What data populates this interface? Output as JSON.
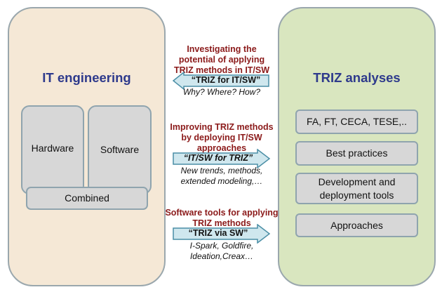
{
  "left_panel": {
    "title": "IT engineering",
    "hardware": "Hardware",
    "software": "Software",
    "combined": "Combined"
  },
  "right_panel": {
    "title": "TRIZ analyses",
    "items": [
      "FA, FT, CECA, TESE,..",
      "Best practices",
      "Development and deployment tools",
      "Approaches"
    ]
  },
  "connections": [
    {
      "heading_lines": [
        "Investigating the",
        "potential of applying",
        "TRIZ methods in IT/SW"
      ],
      "arrow_label": "“TRIZ for IT/SW”",
      "direction": "left",
      "note_lines": [
        "Why? Where? How?"
      ]
    },
    {
      "heading_lines": [
        "Improving TRIZ methods",
        "by deploying IT/SW",
        "approaches"
      ],
      "arrow_label": "“IT/SW for TRIZ”",
      "direction": "right",
      "note_lines": [
        "New trends, methods,",
        "extended modeling,…"
      ]
    },
    {
      "heading_lines": [
        "Software tools for applying",
        "TRIZ methods"
      ],
      "arrow_label": "“TRIZ via SW”",
      "direction": "right",
      "note_lines": [
        "I-Spark, Goldfire,",
        "Ideation,Creax…"
      ]
    }
  ],
  "colors": {
    "left_panel": "#f5e8d6",
    "right_panel": "#d9e6bf",
    "box_fill": "#d7d7d7",
    "title": "#2e3a8c",
    "heading_red": "#8b1a1a",
    "arrow_fill": "#cfe7ee"
  }
}
